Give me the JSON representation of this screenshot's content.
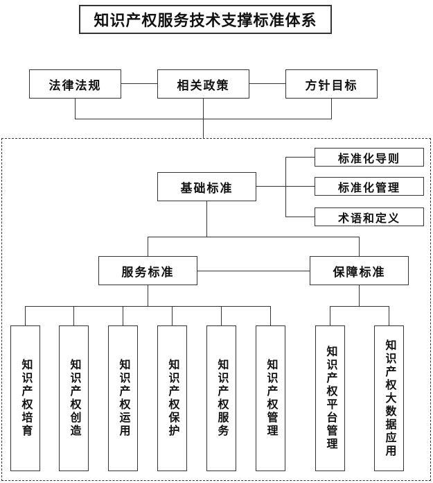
{
  "diagram": {
    "title": "知识产权服务技术支撑标准体系",
    "top_nodes": [
      {
        "label": "法律法规"
      },
      {
        "label": "相关政策"
      },
      {
        "label": "方针目标"
      }
    ],
    "base_node": {
      "label": "基础标准"
    },
    "base_children": [
      {
        "label": "标准化导则"
      },
      {
        "label": "标准化管理"
      },
      {
        "label": "术语和定义"
      }
    ],
    "branch_nodes": [
      {
        "label": "服务标准"
      },
      {
        "label": "保障标准"
      }
    ],
    "service_leaves": [
      {
        "label": "知识产权培育"
      },
      {
        "label": "知识产权创造"
      },
      {
        "label": "知识产权运用"
      },
      {
        "label": "知识产权保护"
      },
      {
        "label": "知识产权服务"
      },
      {
        "label": "知识产权管理"
      }
    ],
    "support_leaves": [
      {
        "label": "知识产权平台管理"
      },
      {
        "label": "知识产权大数据应用"
      }
    ],
    "colors": {
      "line": "#333333",
      "text": "#111111",
      "background": "#ffffff"
    }
  }
}
